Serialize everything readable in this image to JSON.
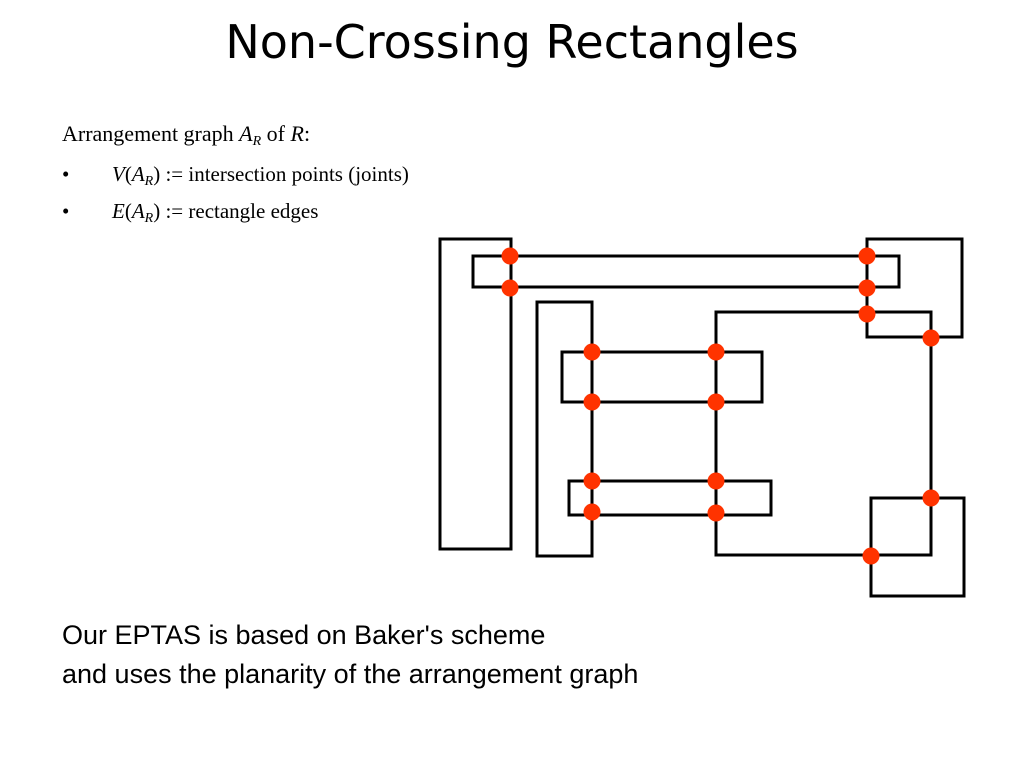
{
  "slide": {
    "title": "Non-Crossing Rectangles",
    "definition": {
      "prefix": "Arrangement graph ",
      "graph_symbol": "A",
      "graph_subscript": "R",
      "middle": " of ",
      "set_symbol": "R",
      "suffix": ":"
    },
    "bullets": [
      {
        "marker": "•",
        "symbol": "V",
        "open": "(",
        "graph_symbol": "A",
        "graph_subscript": "R",
        "rest": ") := intersection points (joints)"
      },
      {
        "marker": "•",
        "symbol": "E",
        "open": "(",
        "graph_symbol": "A",
        "graph_subscript": "R",
        "rest": ") := rectangle edges"
      }
    ],
    "conclusion": [
      "Our EPTAS is based on Baker's scheme",
      "and uses the planarity of the arrangement graph"
    ]
  },
  "diagram": {
    "colors": {
      "edge": "#000000",
      "joint": "#ff3300"
    },
    "rectangle_count": 8,
    "joint_count": 16
  }
}
